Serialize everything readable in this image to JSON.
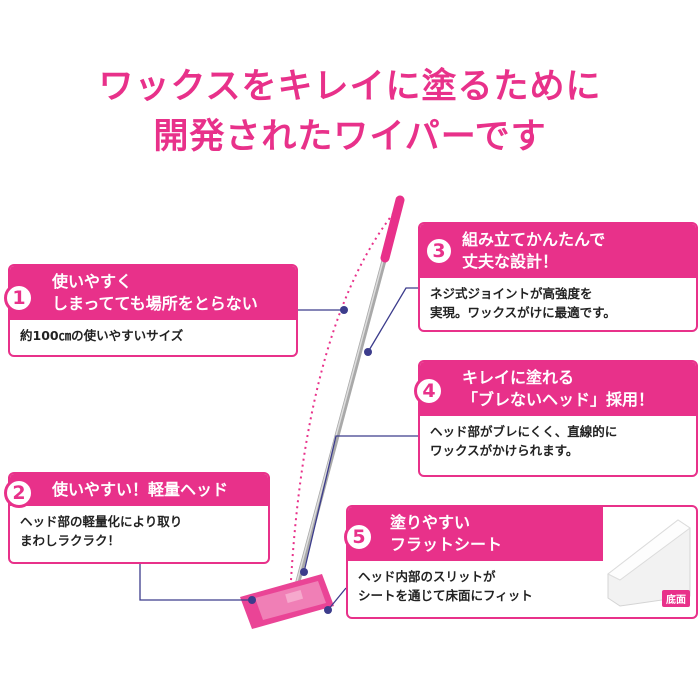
{
  "title": {
    "line1": "ワックスをキレイに塗るために",
    "line2": "開発されたワイパーです"
  },
  "features": [
    {
      "number": "1",
      "title_lines": [
        "使いやすく",
        "しまってても場所をとらない"
      ],
      "body_lines": [
        "約100㎝の使いやすいサイズ"
      ]
    },
    {
      "number": "2",
      "title_lines": [
        "使いやすい！軽量ヘッド"
      ],
      "body_lines": [
        "ヘッド部の軽量化により取り",
        "まわしラクラク！"
      ]
    },
    {
      "number": "3",
      "title_lines": [
        "組み立てかんたんで",
        "丈夫な設計！"
      ],
      "body_lines": [
        "ネジ式ジョイントが高強度を",
        "実現。ワックスがけに最適です。"
      ]
    },
    {
      "number": "4",
      "title_lines": [
        "キレイに塗れる",
        "「ブレないヘッド」採用！"
      ],
      "body_lines": [
        "ヘッド部がブレにくく、直線的に",
        "ワックスがかけられます。"
      ]
    },
    {
      "number": "5",
      "title_lines": [
        "塗りやすい",
        "フラットシート"
      ],
      "body_lines": [
        "ヘッド内部のスリットが",
        "シートを通じて床面にフィット"
      ]
    }
  ],
  "sheet_label": "底面",
  "colors": {
    "accent": "#e8318a",
    "leader": "#3c3c8c",
    "handle": "#b8b8b8"
  },
  "icons": [
    "wiper-mop-illustration",
    "flat-sheet-illustration"
  ]
}
